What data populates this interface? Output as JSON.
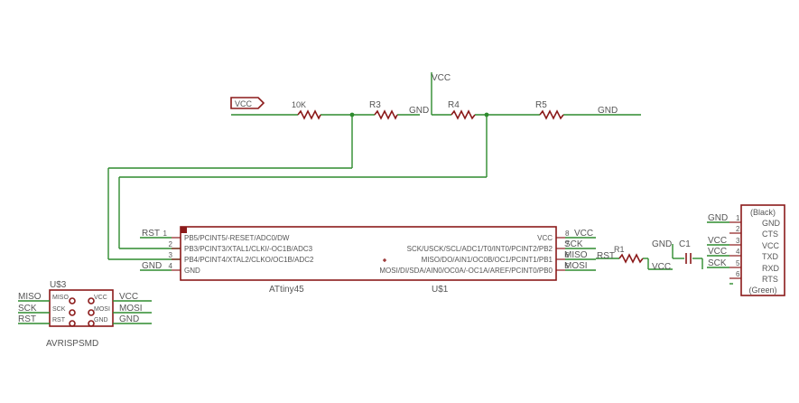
{
  "colors": {
    "wire": "#2e8b2e",
    "component": "#8b1a1a",
    "text": "#555555",
    "background": "#ffffff"
  },
  "labels": {
    "vcc_top": "VCC",
    "vcc_port": "VCC",
    "r1_value": "10K",
    "r3": "R3",
    "gnd_r3": "GND",
    "r4": "R4",
    "r5": "R5",
    "gnd_r5": "GND",
    "r_left": "R1",
    "c1": "C1",
    "gnd_c1": "GND",
    "vcc_c1": "VCC",
    "rst_r1": "RST"
  },
  "attiny": {
    "name": "ATtiny45",
    "ref": "U$1",
    "left_pins": [
      {
        "num": "1",
        "net": "RST",
        "label": "PB5/PCINT5/-RESET/ADC0/DW"
      },
      {
        "num": "2",
        "net": "",
        "label": "PB3/PCINT3/XTAL1/CLKI/-OC1B/ADC3"
      },
      {
        "num": "3",
        "net": "",
        "label": "PB4/PCINT4/XTAL2/CLKO/OC1B/ADC2"
      },
      {
        "num": "4",
        "net": "GND",
        "label": "GND"
      }
    ],
    "right_pins": [
      {
        "num": "8",
        "net": "VCC",
        "label": "VCC"
      },
      {
        "num": "7",
        "net": "SCK",
        "label": "SCK/USCK/SCL/ADC1/T0/INT0/PCINT2/PB2"
      },
      {
        "num": "6",
        "net": "MISO",
        "label": "MISO/DO/AIN1/OC0B/OC1/PCINT1/PB1"
      },
      {
        "num": "5",
        "net": "MOSI",
        "label": "MOSI/DI/SDA/AIN0/OC0A/-OC1A/AREF/PCINT0/PB0"
      }
    ]
  },
  "isp": {
    "name": "AVRISPSMD",
    "ref": "U$3",
    "left_pins": [
      {
        "label": "MISO",
        "net": "MISO"
      },
      {
        "label": "SCK",
        "net": "SCK"
      },
      {
        "label": "RST",
        "net": "RST"
      }
    ],
    "right_pins": [
      {
        "label": "VCC",
        "net": "VCC"
      },
      {
        "label": "MOSI",
        "net": "MOSI"
      },
      {
        "label": "GND",
        "net": "GND"
      }
    ]
  },
  "ftdi": {
    "top_label": "(Black)",
    "bottom_label": "(Green)",
    "pins": [
      {
        "num": "1",
        "label": "GND",
        "net": "GND"
      },
      {
        "num": "2",
        "label": "CTS",
        "net": ""
      },
      {
        "num": "3",
        "label": "VCC",
        "net": "VCC"
      },
      {
        "num": "4",
        "label": "TXD",
        "net": "VCC"
      },
      {
        "num": "5",
        "label": "RXD",
        "net": "SCK"
      },
      {
        "num": "6",
        "label": "RTS",
        "net": ""
      }
    ]
  }
}
